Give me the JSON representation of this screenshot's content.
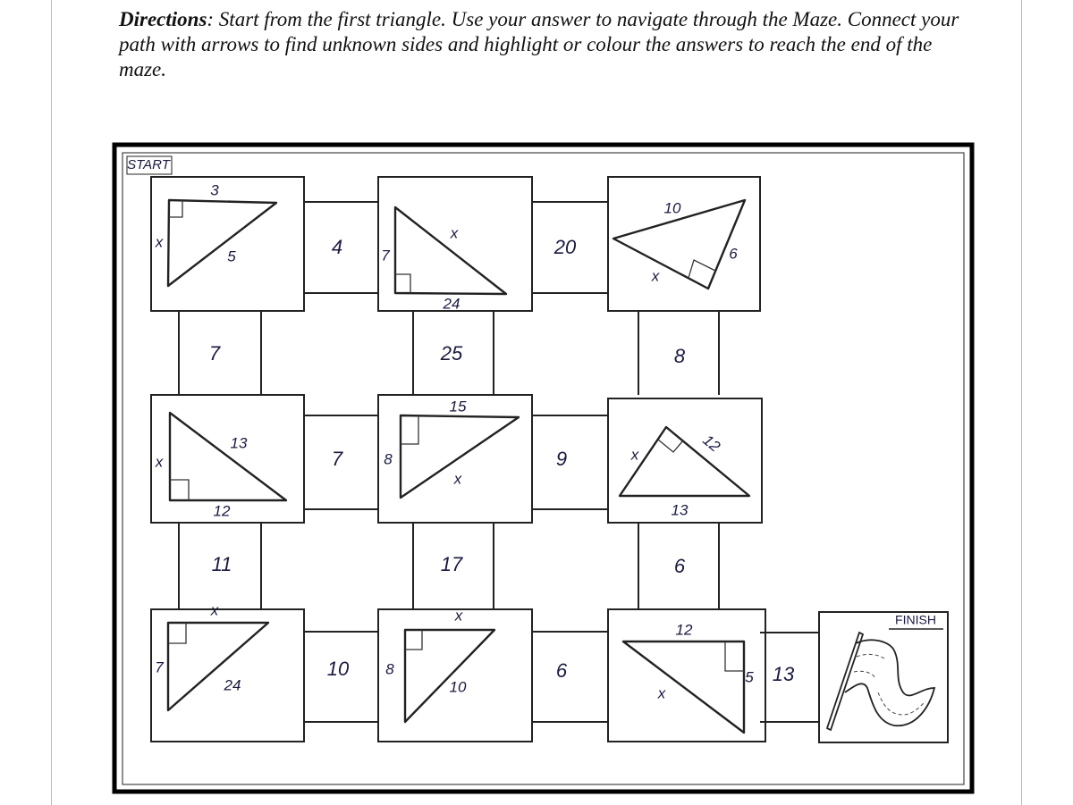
{
  "directions": {
    "heading": "Directions",
    "text": ": Start from the first triangle. Use your answer to navigate through the Maze. Connect your path with arrows to find unknown sides and highlight or colour the answers to reach the end of the maze."
  },
  "maze": {
    "start_label": "START",
    "finish_label": "FINISH",
    "triangles": [
      {
        "labels": [
          "3",
          "x",
          "5"
        ]
      },
      {
        "labels": [
          "x",
          "7",
          "24"
        ]
      },
      {
        "labels": [
          "10",
          "6",
          "x"
        ]
      },
      {
        "labels": [
          "13",
          "x",
          "12"
        ]
      },
      {
        "labels": [
          "15",
          "x",
          "8"
        ]
      },
      {
        "labels": [
          "x",
          "12",
          "13"
        ]
      },
      {
        "labels": [
          "x",
          "7",
          "24"
        ]
      },
      {
        "labels": [
          "x",
          "8",
          "10"
        ]
      },
      {
        "labels": [
          "12",
          "5",
          "x"
        ]
      }
    ],
    "connectors": [
      "4",
      "20",
      "7",
      "25",
      "8",
      "7",
      "9",
      "11",
      "17",
      "6",
      "10",
      "6",
      "13"
    ]
  }
}
